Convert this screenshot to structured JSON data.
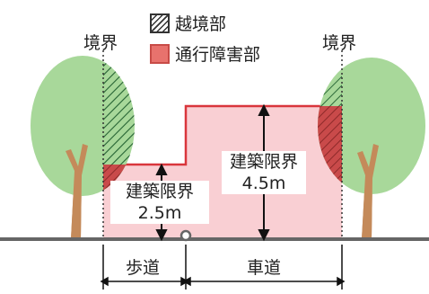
{
  "legend": {
    "overhang": "越境部",
    "obstruction": "通行障害部"
  },
  "boundary_left": "境界",
  "boundary_right": "境界",
  "sidewalk": {
    "limit_label": "建築限界",
    "height": "2.5m",
    "name": "歩道"
  },
  "roadway": {
    "limit_label": "建築限界",
    "height": "4.5m",
    "name": "車道"
  },
  "colors": {
    "clearance_fill": "#f9cfd3",
    "clearance_line": "#d9363c",
    "obstruction": "#c94a4a",
    "tree_foliage": "#a8d89a",
    "tree_trunk": "#c48a5a",
    "ground": "#666666"
  },
  "icons": [
    "hatch-pattern",
    "tree-icon",
    "curb-icon"
  ]
}
